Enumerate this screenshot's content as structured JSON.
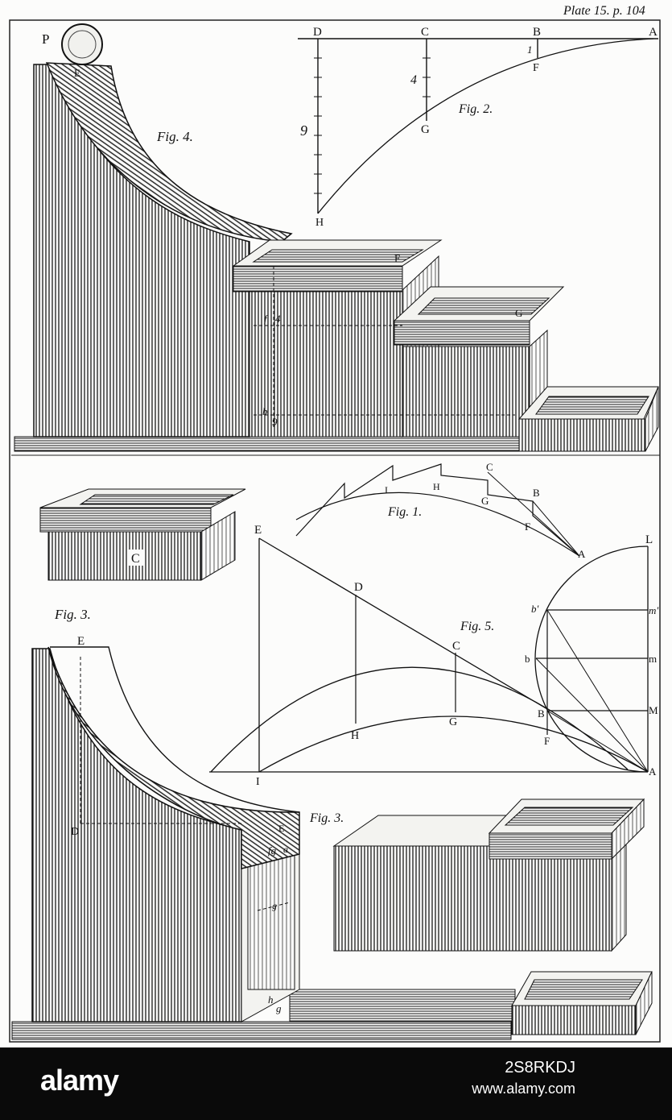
{
  "plate": {
    "header": "Plate 15. p. 104",
    "colors": {
      "ink": "#111111",
      "paper": "#fcfcfb",
      "footer": "#0a0a0a"
    }
  },
  "figures": {
    "fig1": {
      "caption": "Fig. 1.",
      "labels": [
        "I",
        "H",
        "G",
        "C",
        "B",
        "F",
        "A"
      ]
    },
    "fig2": {
      "caption": "Fig. 2.",
      "labels": [
        "D",
        "C",
        "B",
        "A",
        "1",
        "F",
        "4",
        "G",
        "9",
        "H"
      ]
    },
    "fig3_top": {
      "caption": "Fig. 3.",
      "labels": [
        "C"
      ]
    },
    "fig3_bottom": {
      "caption": "Fig. 3.",
      "labels": [
        "E",
        "D",
        "E",
        "fg",
        "a",
        "g",
        "h",
        "g"
      ]
    },
    "fig4": {
      "caption": "Fig. 4.",
      "labels": [
        "P",
        "E",
        "F",
        "G",
        "f",
        "4",
        "b",
        "9"
      ]
    },
    "fig5": {
      "caption": "Fig. 5.",
      "labels": [
        "E",
        "D",
        "C",
        "H",
        "G",
        "I",
        "B",
        "F",
        "A",
        "L",
        "m'",
        "m",
        "M",
        "b'",
        "b"
      ]
    }
  },
  "footer": {
    "logo": "alamy",
    "image_id": "2S8RKDJ",
    "url": "www.alamy.com"
  }
}
